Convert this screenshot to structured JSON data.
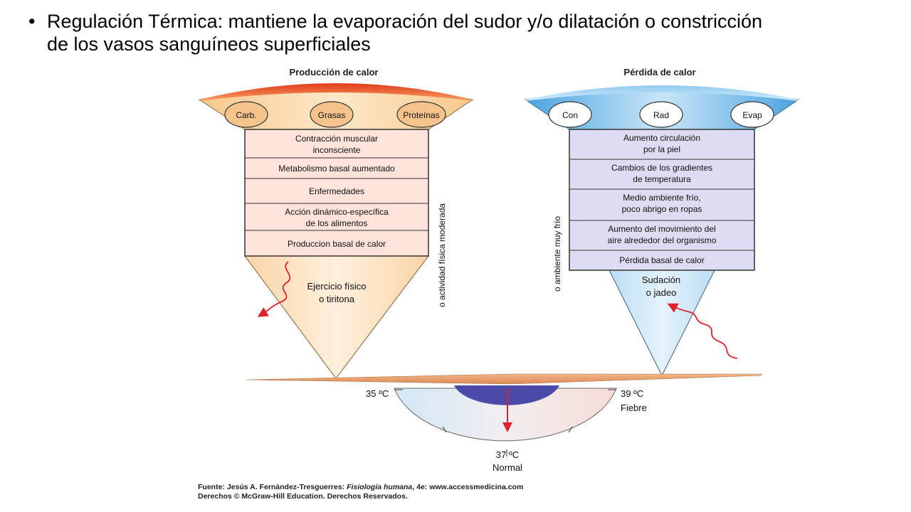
{
  "slide": {
    "bullet_glyph": "•",
    "bullet_line1": "Regulación Térmica: mantiene la evaporación del sudor y/o dilatación o constricción",
    "bullet_line2": "de los vasos sanguíneos superficiales"
  },
  "diagram": {
    "left": {
      "title": "Producción de calor",
      "ovals": [
        "Carb.",
        "Grasas",
        "Proteínas"
      ],
      "rows": [
        [
          "Contracción muscular",
          "inconsciente"
        ],
        [
          "Metabolismo basal aumentado"
        ],
        [
          "Enfermedades"
        ],
        [
          "Acción dinámico-específica",
          "de los alimentos"
        ],
        [
          "Produccion basal de calor"
        ]
      ],
      "tip": [
        "Ejercicio físico",
        "o tiritona"
      ],
      "side_label": "o actividad física moderada"
    },
    "right": {
      "title": "Pérdida de calor",
      "ovals": [
        "Con",
        "Rad",
        "Evap"
      ],
      "rows": [
        [
          "Aumento circulación",
          "por la piel"
        ],
        [
          "Cambios de los gradientes",
          "de temperatura"
        ],
        [
          "Medio ambiente frío,",
          "poco abrigo en ropas"
        ],
        [
          "Aumento del movimiento del",
          "aire alrededor del organismo"
        ],
        [
          "Pérdida basal de calor"
        ]
      ],
      "tip": [
        "Sudación",
        "o jadeo"
      ],
      "side_label": "o ambiente muy frío"
    },
    "gauge": {
      "left_temp": "35 ºC",
      "right_temp": "39 ºC",
      "right_state": "Fiebre",
      "center_temp": "37 ºC",
      "center_state": "Normal"
    },
    "source": {
      "prefix": "Fuente: Jesús A. Fernández-Tresguerres: ",
      "book": "Fisiología humana",
      "suffix": ", 4e: www.accessmedicina.com",
      "line2": "Derechos © McGraw-Hill Education. Derechos Reservados."
    }
  }
}
